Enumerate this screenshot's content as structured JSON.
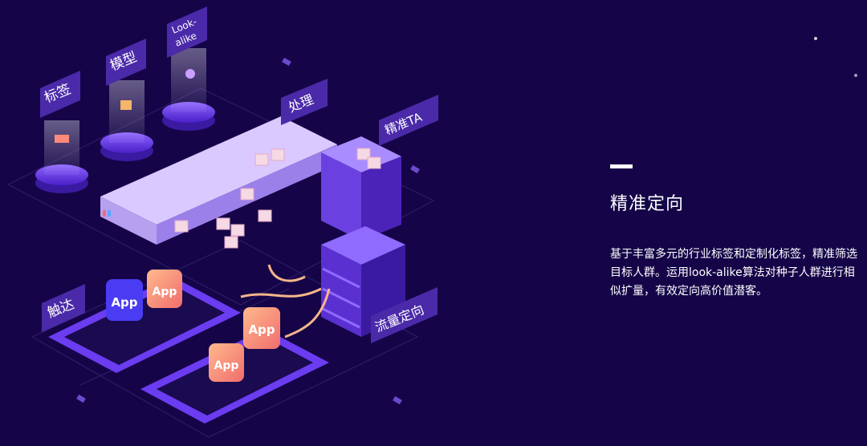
{
  "colors": {
    "background": "#150548",
    "accent_purple": "#6b3cf0",
    "accent_orange": "#f2a06b",
    "text": "#ffffff"
  },
  "illustration": {
    "labels": {
      "tag": "标签",
      "model": "模型",
      "lookalike_line1": "Look-",
      "lookalike_line2": "alike",
      "process": "处理",
      "precise_ta": "精准TA",
      "reach": "触达",
      "traffic": "流量定向"
    },
    "app_badges": [
      "App",
      "App",
      "App",
      "App"
    ]
  },
  "panel": {
    "title": "精准定向",
    "description": "基于丰富多元的行业标签和定制化标签，精准筛选目标人群。运用look-alike算法对种子人群进行相似扩量，有效定向高价值潜客。"
  }
}
